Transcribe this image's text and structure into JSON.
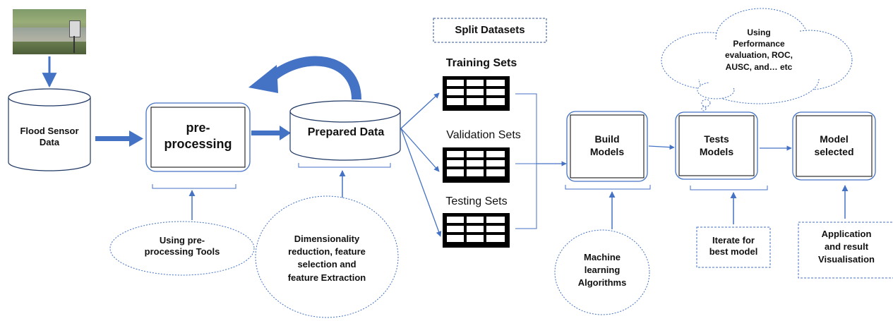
{
  "source": {
    "label": "Flood Sensor\nData"
  },
  "preprocessing": {
    "label": "pre-\nprocessing"
  },
  "prepared": {
    "label": "Prepared Data"
  },
  "split": {
    "label": "Split Datasets"
  },
  "datasets": {
    "training": "Training Sets",
    "validation": "Validation Sets",
    "testing": "Testing Sets"
  },
  "build": {
    "label": "Build\nModels"
  },
  "tests": {
    "label": "Tests\nModels"
  },
  "selected": {
    "label": "Model\nselected"
  },
  "annotations": {
    "preprocessing_tools": "Using pre-\nprocessing  Tools",
    "dimensionality": "Dimensionality\nreduction,  feature\nselection and\nfeature Extraction",
    "ml_algorithms": "Machine\nlearning\nAlgorithms",
    "iterate": "Iterate for\nbest model",
    "application": "Application\nand result\nVisualisation",
    "performance": "Using\nPerformance\nevaluation, ROC,\nAUSC, and… etc"
  },
  "colors": {
    "arrow_dark": "#4472c4",
    "arrow_light": "#5b8bd4",
    "outline": "#4472c4",
    "dashed": "#2f5597",
    "grid": "#000000"
  }
}
